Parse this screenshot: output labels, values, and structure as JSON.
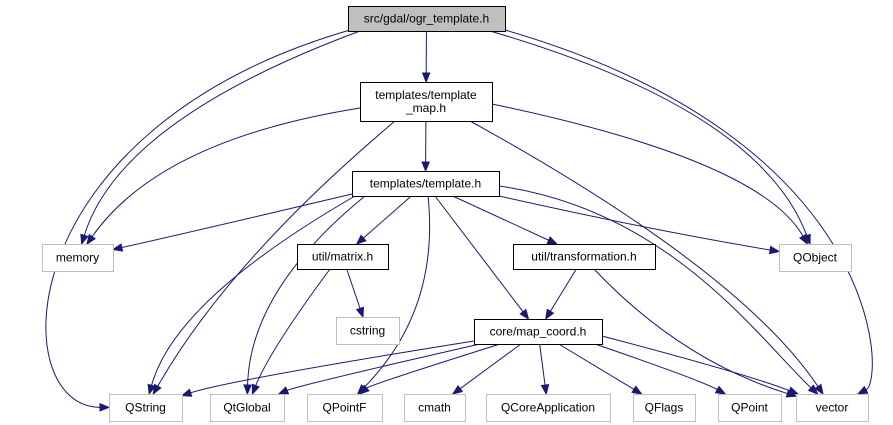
{
  "diagram": {
    "colors": {
      "edge": "#191970",
      "root_fill": "#bfbfbf",
      "root_border": "#000000",
      "local_fill": "#ffffff",
      "local_border": "#000000",
      "system_fill": "#ffffff",
      "system_border": "#bfbfbf"
    },
    "nodes": [
      {
        "id": "ogr_template_h",
        "lines": [
          "src/gdal/ogr_template.h"
        ],
        "kind": "root"
      },
      {
        "id": "template_map_h",
        "lines": [
          "templates/template",
          "_map.h"
        ],
        "kind": "local"
      },
      {
        "id": "template_h",
        "lines": [
          "templates/template.h"
        ],
        "kind": "local"
      },
      {
        "id": "memory",
        "lines": [
          "memory"
        ],
        "kind": "system"
      },
      {
        "id": "qobject",
        "lines": [
          "QObject"
        ],
        "kind": "system"
      },
      {
        "id": "matrix_h",
        "lines": [
          "util/matrix.h"
        ],
        "kind": "local"
      },
      {
        "id": "transformation_h",
        "lines": [
          "util/transformation.h"
        ],
        "kind": "local"
      },
      {
        "id": "cstring",
        "lines": [
          "cstring"
        ],
        "kind": "system"
      },
      {
        "id": "map_coord_h",
        "lines": [
          "core/map_coord.h"
        ],
        "kind": "local"
      },
      {
        "id": "qstring",
        "lines": [
          "QString"
        ],
        "kind": "system"
      },
      {
        "id": "qtglobal",
        "lines": [
          "QtGlobal"
        ],
        "kind": "system"
      },
      {
        "id": "qpointf",
        "lines": [
          "QPointF"
        ],
        "kind": "system"
      },
      {
        "id": "cmath",
        "lines": [
          "cmath"
        ],
        "kind": "system"
      },
      {
        "id": "qcoreapplication",
        "lines": [
          "QCoreApplication"
        ],
        "kind": "system"
      },
      {
        "id": "qflags",
        "lines": [
          "QFlags"
        ],
        "kind": "system"
      },
      {
        "id": "qpoint",
        "lines": [
          "QPoint"
        ],
        "kind": "system"
      },
      {
        "id": "vector",
        "lines": [
          "vector"
        ],
        "kind": "system"
      }
    ],
    "edges": [
      {
        "from": "ogr_template_h",
        "to": "template_map_h"
      },
      {
        "from": "ogr_template_h",
        "to": "memory"
      },
      {
        "from": "ogr_template_h",
        "to": "qobject"
      },
      {
        "from": "ogr_template_h",
        "to": "qstring"
      },
      {
        "from": "ogr_template_h",
        "to": "vector"
      },
      {
        "from": "template_map_h",
        "to": "template_h"
      },
      {
        "from": "template_map_h",
        "to": "memory"
      },
      {
        "from": "template_map_h",
        "to": "qobject"
      },
      {
        "from": "template_map_h",
        "to": "qstring"
      },
      {
        "from": "template_map_h",
        "to": "vector"
      },
      {
        "from": "template_h",
        "to": "memory"
      },
      {
        "from": "template_h",
        "to": "qobject"
      },
      {
        "from": "template_h",
        "to": "matrix_h"
      },
      {
        "from": "template_h",
        "to": "transformation_h"
      },
      {
        "from": "template_h",
        "to": "map_coord_h"
      },
      {
        "from": "template_h",
        "to": "qstring"
      },
      {
        "from": "template_h",
        "to": "qtglobal"
      },
      {
        "from": "template_h",
        "to": "qpointf"
      },
      {
        "from": "template_h",
        "to": "vector"
      },
      {
        "from": "matrix_h",
        "to": "cstring"
      },
      {
        "from": "matrix_h",
        "to": "qtglobal"
      },
      {
        "from": "transformation_h",
        "to": "map_coord_h"
      },
      {
        "from": "transformation_h",
        "to": "vector"
      },
      {
        "from": "map_coord_h",
        "to": "qstring"
      },
      {
        "from": "map_coord_h",
        "to": "qtglobal"
      },
      {
        "from": "map_coord_h",
        "to": "qpointf"
      },
      {
        "from": "map_coord_h",
        "to": "cmath"
      },
      {
        "from": "map_coord_h",
        "to": "qcoreapplication"
      },
      {
        "from": "map_coord_h",
        "to": "qflags"
      },
      {
        "from": "map_coord_h",
        "to": "qpoint"
      },
      {
        "from": "map_coord_h",
        "to": "vector"
      }
    ]
  }
}
